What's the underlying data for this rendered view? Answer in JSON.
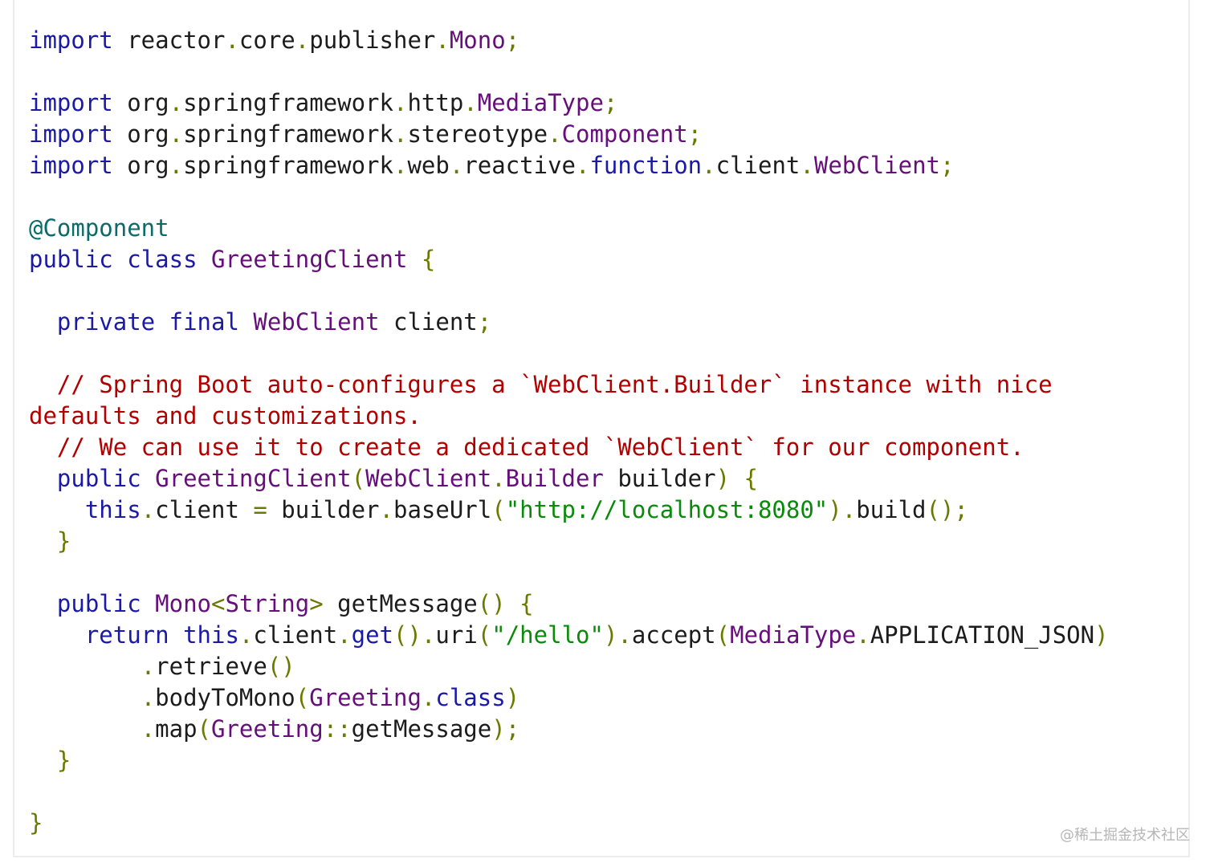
{
  "code": {
    "language": "java",
    "lines": [
      [
        {
          "t": "import",
          "c": "kw"
        },
        {
          "t": " reactor",
          "c": ""
        },
        {
          "t": ".",
          "c": "pn"
        },
        {
          "t": "core",
          "c": ""
        },
        {
          "t": ".",
          "c": "pn"
        },
        {
          "t": "publisher",
          "c": ""
        },
        {
          "t": ".",
          "c": "pn"
        },
        {
          "t": "Mono",
          "c": "fn"
        },
        {
          "t": ";",
          "c": "pn"
        }
      ],
      [],
      [
        {
          "t": "import",
          "c": "kw"
        },
        {
          "t": " org",
          "c": ""
        },
        {
          "t": ".",
          "c": "pn"
        },
        {
          "t": "springframework",
          "c": ""
        },
        {
          "t": ".",
          "c": "pn"
        },
        {
          "t": "http",
          "c": ""
        },
        {
          "t": ".",
          "c": "pn"
        },
        {
          "t": "MediaType",
          "c": "fn"
        },
        {
          "t": ";",
          "c": "pn"
        }
      ],
      [
        {
          "t": "import",
          "c": "kw"
        },
        {
          "t": " org",
          "c": ""
        },
        {
          "t": ".",
          "c": "pn"
        },
        {
          "t": "springframework",
          "c": ""
        },
        {
          "t": ".",
          "c": "pn"
        },
        {
          "t": "stereotype",
          "c": ""
        },
        {
          "t": ".",
          "c": "pn"
        },
        {
          "t": "Component",
          "c": "fn"
        },
        {
          "t": ";",
          "c": "pn"
        }
      ],
      [
        {
          "t": "import",
          "c": "kw"
        },
        {
          "t": " org",
          "c": ""
        },
        {
          "t": ".",
          "c": "pn"
        },
        {
          "t": "springframework",
          "c": ""
        },
        {
          "t": ".",
          "c": "pn"
        },
        {
          "t": "web",
          "c": ""
        },
        {
          "t": ".",
          "c": "pn"
        },
        {
          "t": "reactive",
          "c": ""
        },
        {
          "t": ".",
          "c": "pn"
        },
        {
          "t": "function",
          "c": "kw"
        },
        {
          "t": ".",
          "c": "pn"
        },
        {
          "t": "client",
          "c": ""
        },
        {
          "t": ".",
          "c": "pn"
        },
        {
          "t": "WebClient",
          "c": "fn"
        },
        {
          "t": ";",
          "c": "pn"
        }
      ],
      [],
      [
        {
          "t": "@Component",
          "c": "ann"
        }
      ],
      [
        {
          "t": "public",
          "c": "kw"
        },
        {
          "t": " ",
          "c": ""
        },
        {
          "t": "class",
          "c": "kw"
        },
        {
          "t": " ",
          "c": ""
        },
        {
          "t": "GreetingClient",
          "c": "fn"
        },
        {
          "t": " ",
          "c": ""
        },
        {
          "t": "{",
          "c": "pn"
        }
      ],
      [],
      [
        {
          "t": "  ",
          "c": ""
        },
        {
          "t": "private",
          "c": "kw"
        },
        {
          "t": " ",
          "c": ""
        },
        {
          "t": "final",
          "c": "kw"
        },
        {
          "t": " ",
          "c": ""
        },
        {
          "t": "WebClient",
          "c": "fn"
        },
        {
          "t": " client",
          "c": ""
        },
        {
          "t": ";",
          "c": "pn"
        }
      ],
      [],
      [
        {
          "t": "  // Spring Boot auto-configures a `WebClient.Builder` instance with nice",
          "c": "cm"
        }
      ],
      [
        {
          "t": "defaults and customizations.",
          "c": "cm"
        }
      ],
      [
        {
          "t": "  // We can use it to create a dedicated `WebClient` for our component.",
          "c": "cm"
        }
      ],
      [
        {
          "t": "  ",
          "c": ""
        },
        {
          "t": "public",
          "c": "kw"
        },
        {
          "t": " ",
          "c": ""
        },
        {
          "t": "GreetingClient",
          "c": "fn"
        },
        {
          "t": "(",
          "c": "pn"
        },
        {
          "t": "WebClient",
          "c": "fn"
        },
        {
          "t": ".",
          "c": "pn"
        },
        {
          "t": "Builder",
          "c": "fn"
        },
        {
          "t": " builder",
          "c": ""
        },
        {
          "t": ")",
          "c": "pn"
        },
        {
          "t": " ",
          "c": ""
        },
        {
          "t": "{",
          "c": "pn"
        }
      ],
      [
        {
          "t": "    ",
          "c": ""
        },
        {
          "t": "this",
          "c": "kw"
        },
        {
          "t": ".",
          "c": "pn"
        },
        {
          "t": "client ",
          "c": ""
        },
        {
          "t": "=",
          "c": "op"
        },
        {
          "t": " builder",
          "c": ""
        },
        {
          "t": ".",
          "c": "pn"
        },
        {
          "t": "baseUrl",
          "c": ""
        },
        {
          "t": "(",
          "c": "pn"
        },
        {
          "t": "\"http://localhost:8080\"",
          "c": "str"
        },
        {
          "t": ").",
          "c": "pn"
        },
        {
          "t": "build",
          "c": ""
        },
        {
          "t": "();",
          "c": "pn"
        }
      ],
      [
        {
          "t": "  ",
          "c": ""
        },
        {
          "t": "}",
          "c": "pn"
        }
      ],
      [],
      [
        {
          "t": "  ",
          "c": ""
        },
        {
          "t": "public",
          "c": "kw"
        },
        {
          "t": " ",
          "c": ""
        },
        {
          "t": "Mono",
          "c": "fn"
        },
        {
          "t": "<",
          "c": "pn"
        },
        {
          "t": "String",
          "c": "fn"
        },
        {
          "t": ">",
          "c": "pn"
        },
        {
          "t": " getMessage",
          "c": ""
        },
        {
          "t": "()",
          "c": "pn"
        },
        {
          "t": " ",
          "c": ""
        },
        {
          "t": "{",
          "c": "pn"
        }
      ],
      [
        {
          "t": "    ",
          "c": ""
        },
        {
          "t": "return",
          "c": "kw"
        },
        {
          "t": " ",
          "c": ""
        },
        {
          "t": "this",
          "c": "kw"
        },
        {
          "t": ".",
          "c": "pn"
        },
        {
          "t": "client",
          "c": ""
        },
        {
          "t": ".",
          "c": "pn"
        },
        {
          "t": "get",
          "c": "kw"
        },
        {
          "t": "().",
          "c": "pn"
        },
        {
          "t": "uri",
          "c": ""
        },
        {
          "t": "(",
          "c": "pn"
        },
        {
          "t": "\"/hello\"",
          "c": "str"
        },
        {
          "t": ").",
          "c": "pn"
        },
        {
          "t": "accept",
          "c": ""
        },
        {
          "t": "(",
          "c": "pn"
        },
        {
          "t": "MediaType",
          "c": "fn"
        },
        {
          "t": ".",
          "c": "pn"
        },
        {
          "t": "APPLICATION_JSON",
          "c": ""
        },
        {
          "t": ")",
          "c": "pn"
        }
      ],
      [
        {
          "t": "        ",
          "c": ""
        },
        {
          "t": ".",
          "c": "pn"
        },
        {
          "t": "retrieve",
          "c": ""
        },
        {
          "t": "()",
          "c": "pn"
        }
      ],
      [
        {
          "t": "        ",
          "c": ""
        },
        {
          "t": ".",
          "c": "pn"
        },
        {
          "t": "bodyToMono",
          "c": ""
        },
        {
          "t": "(",
          "c": "pn"
        },
        {
          "t": "Greeting",
          "c": "fn"
        },
        {
          "t": ".",
          "c": "pn"
        },
        {
          "t": "class",
          "c": "kw"
        },
        {
          "t": ")",
          "c": "pn"
        }
      ],
      [
        {
          "t": "        ",
          "c": ""
        },
        {
          "t": ".",
          "c": "pn"
        },
        {
          "t": "map",
          "c": ""
        },
        {
          "t": "(",
          "c": "pn"
        },
        {
          "t": "Greeting",
          "c": "fn"
        },
        {
          "t": "::",
          "c": "pn"
        },
        {
          "t": "getMessage",
          "c": ""
        },
        {
          "t": ");",
          "c": "pn"
        }
      ],
      [
        {
          "t": "  ",
          "c": ""
        },
        {
          "t": "}",
          "c": "pn"
        }
      ],
      [],
      [
        {
          "t": "}",
          "c": "pn"
        }
      ]
    ]
  },
  "watermark": "@稀土掘金技术社区"
}
